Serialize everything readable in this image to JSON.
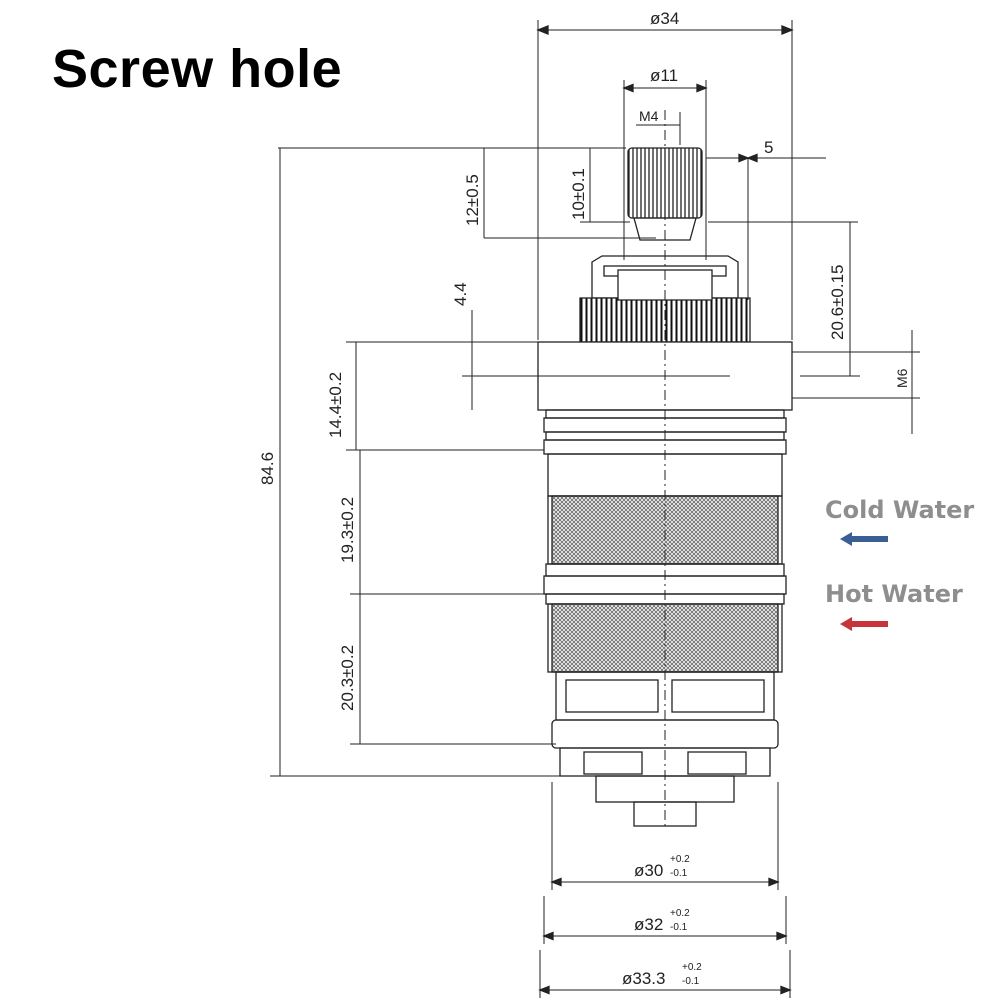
{
  "title": "Screw hole",
  "dimensions": {
    "outer_top": "ø34",
    "knob_dia": "ø11",
    "thread_m4": "M4",
    "five": "5",
    "twelve": "12±0.5",
    "ten": "10±0.1",
    "four_four": "4.4",
    "twenty_six": "20.6±0.15",
    "m6": "M6",
    "fourteen": "14.4±0.2",
    "eighty_four": "84.6",
    "nineteen": "19.3±0.2",
    "twenty_three": "20.3±0.2",
    "d30": "ø30",
    "d32": "ø32",
    "d33": "ø33.3",
    "tol_plus": "+0.2",
    "tol_minus": "-0.1"
  },
  "legend": {
    "cold": "Cold Water",
    "hot": "Hot Water",
    "cold_color": "#3a5f95",
    "hot_color": "#c7343a"
  }
}
